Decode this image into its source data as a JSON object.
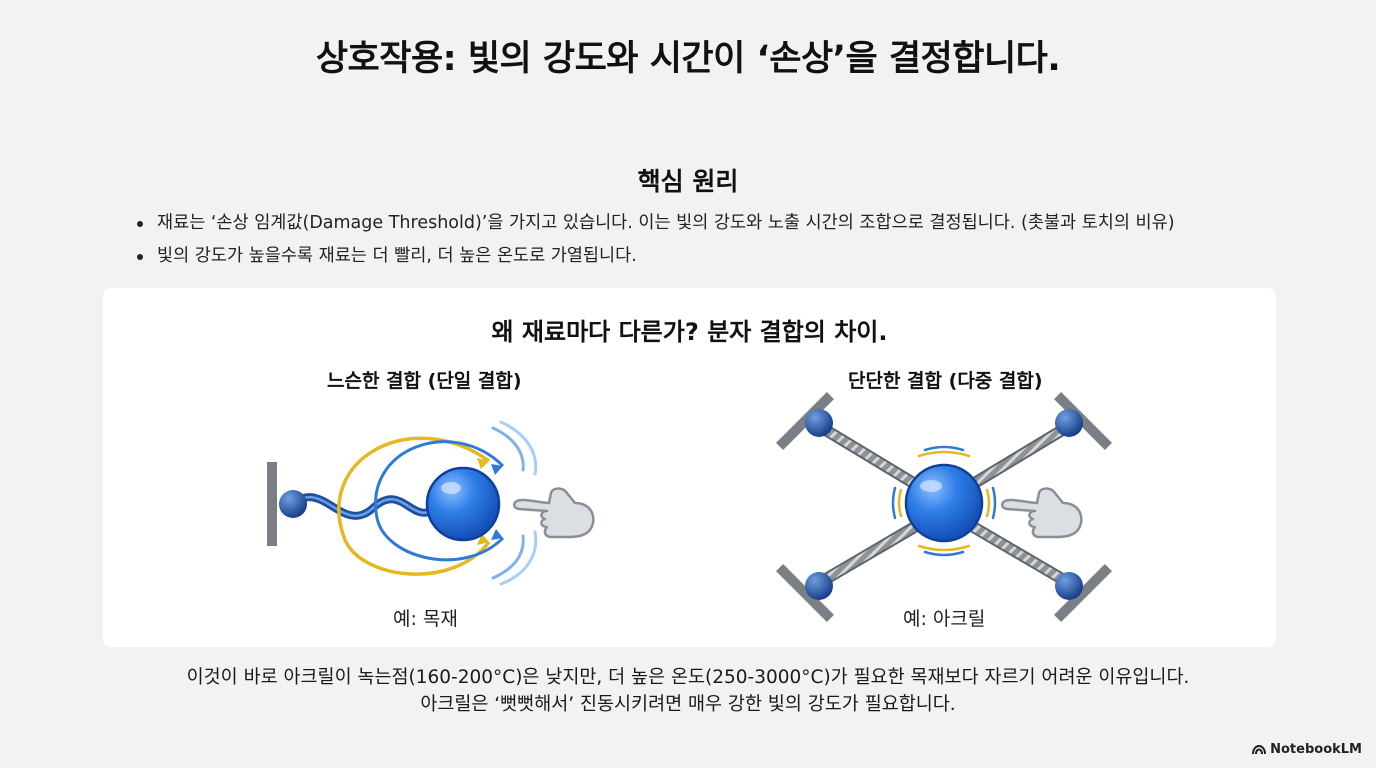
{
  "title": "상호작용: 빛의 강도와 시간이 ‘손상’을 결정합니다.",
  "principle": {
    "heading": "핵심 원리",
    "bullets": [
      "재료는 ‘손상 임계값(Damage Threshold)’을 가지고 있습니다. 이는 빛의 강도와 노출 시간의 조합으로 결정됩니다. (촛불과 토치의 비유)",
      "빛의 강도가 높을수록 재료는 더 빨리, 더 높은 온도로 가열됩니다."
    ]
  },
  "comparison": {
    "title": "왜 재료마다 다른가? 분자 결합의 차이.",
    "loose": {
      "label": "느슨한 결합 (단일 결합)",
      "example": "예: 목재"
    },
    "tight": {
      "label": "단단한 결합 (다중 결합)",
      "example": "예: 아크릴"
    }
  },
  "footer": {
    "line1": "이것이 바로 아크릴이 녹는점(160-200°C)은 낮지만, 더 높은 온도(250-3000°C)가 필요한 목재보다 자르기 어려운 이유입니다.",
    "line2": "아크릴은 ‘뻣뻣해서’ 진동시키려면 매우 강한 빛의 강도가 필요합니다."
  },
  "brand": "NotebookLM",
  "colors": {
    "sphere": "#1f6fe0",
    "arrow_yellow": "#e6b820",
    "arrow_blue": "#2e7ad6",
    "rod": "#7a7f85"
  }
}
